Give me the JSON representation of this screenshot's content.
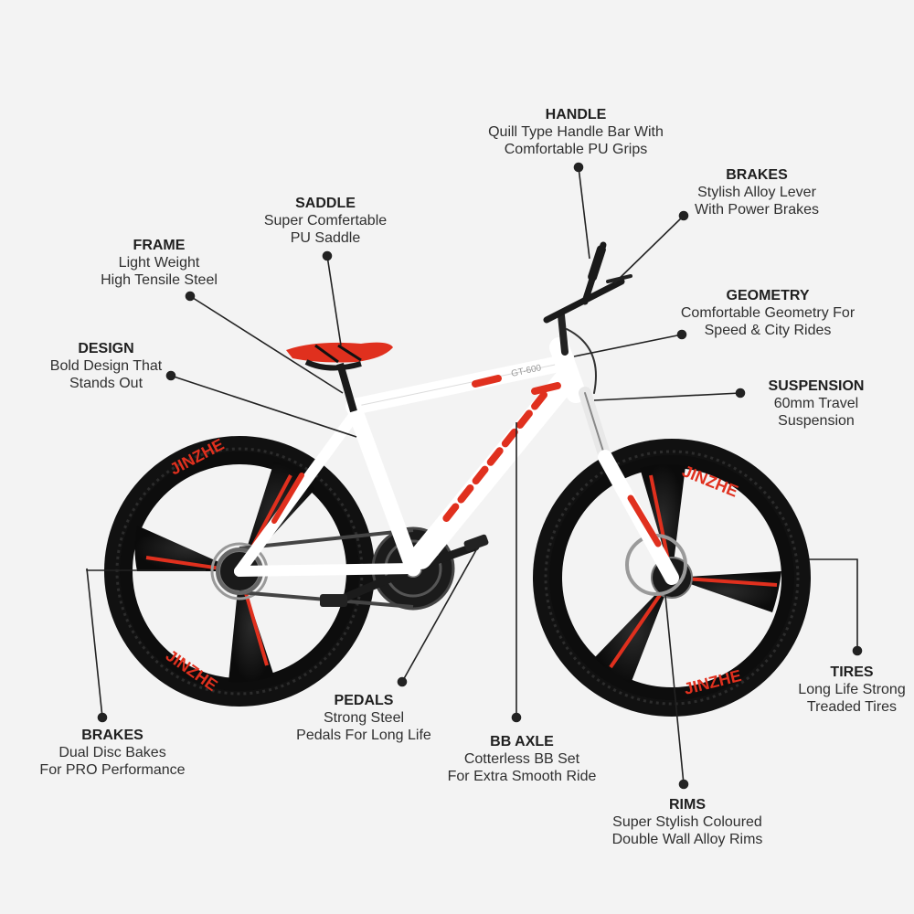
{
  "callouts": {
    "handle": {
      "title": "HANDLE",
      "lines": [
        "Quill Type Handle Bar With",
        "Comfortable PU Grips"
      ]
    },
    "brakes_top": {
      "title": "BRAKES",
      "lines": [
        "Stylish Alloy Lever",
        "With Power Brakes"
      ]
    },
    "saddle": {
      "title": "SADDLE",
      "lines": [
        "Super Comfertable",
        "PU Saddle"
      ]
    },
    "frame": {
      "title": "FRAME",
      "lines": [
        "Light Weight",
        "High Tensile Steel"
      ]
    },
    "geometry": {
      "title": "GEOMETRY",
      "lines": [
        "Comfortable Geometry For",
        "Speed & City Rides"
      ]
    },
    "design": {
      "title": "DESIGN",
      "lines": [
        "Bold Design That",
        "Stands Out"
      ]
    },
    "suspension": {
      "title": "SUSPENSION",
      "lines": [
        "60mm Travel",
        "Suspension"
      ]
    },
    "tires": {
      "title": "TIRES",
      "lines": [
        "Long Life Strong",
        "Treaded Tires"
      ]
    },
    "pedals": {
      "title": "PEDALS",
      "lines": [
        "Strong Steel",
        "Pedals For Long Life"
      ]
    },
    "brakes_bottom": {
      "title": "BRAKES",
      "lines": [
        "Dual Disc Bakes",
        "For PRO Performance"
      ]
    },
    "bb_axle": {
      "title": "BB AXLE",
      "lines": [
        "Cotterless BB Set",
        "For Extra Smooth Ride"
      ]
    },
    "rims": {
      "title": "RIMS",
      "lines": [
        "Super Stylish Coloured",
        "Double Wall Alloy Rims"
      ]
    }
  },
  "bike": {
    "wheel_brand": "JINZHE",
    "frame_model": "GT-600",
    "colors": {
      "frame": "#ffffff",
      "accent": "#e0301e",
      "tire": "#141414",
      "line": "#222222"
    }
  }
}
